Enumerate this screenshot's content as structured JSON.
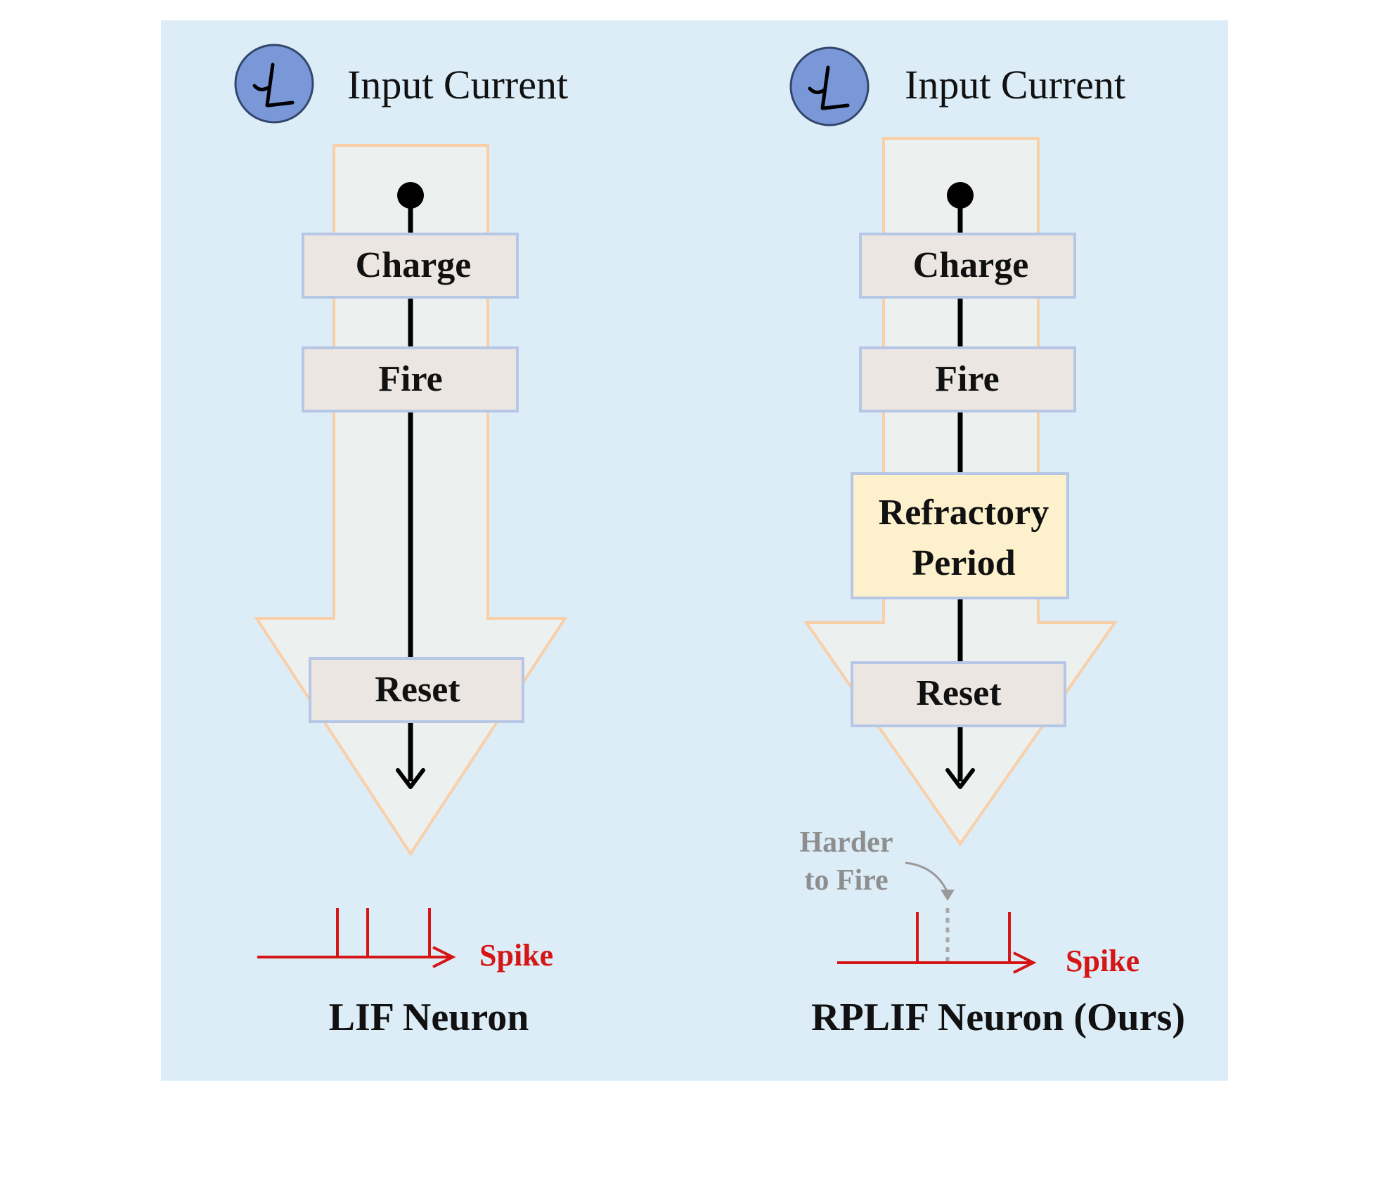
{
  "colors": {
    "panel_background": "#dcedf8",
    "arrow_fill": "#ecf1ef",
    "arrow_outline": "#f8cfa8",
    "step_box": "#ebe6e1",
    "refractory_box": "#fdf0cc",
    "spike_red": "#d61515",
    "note_gray": "#8e8e8e",
    "clock_blue": "#7a98d8"
  },
  "left": {
    "input_icon": "clock-icon",
    "input_label": "Input Current",
    "steps": [
      "Charge",
      "Fire",
      "Reset"
    ],
    "spike_label": "Spike",
    "spike_count": 3,
    "neuron_label": "LIF Neuron"
  },
  "right": {
    "input_icon": "clock-icon",
    "input_label": "Input Current",
    "steps": [
      "Charge",
      "Fire",
      "Reset"
    ],
    "refractory_lines": [
      "Refractory",
      "Period"
    ],
    "note_lines": [
      "Harder",
      "to Fire"
    ],
    "spike_label": "Spike",
    "spike_count": 2,
    "suppressed_spikes": 1,
    "neuron_label": "RPLIF Neuron (Ours)"
  }
}
